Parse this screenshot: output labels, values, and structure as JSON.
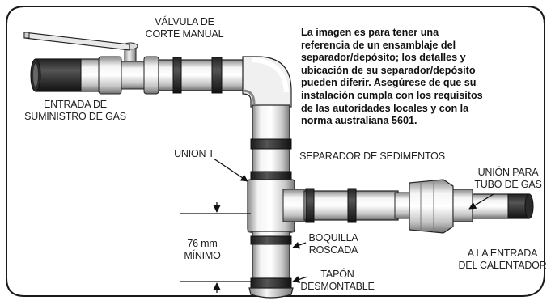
{
  "labels": {
    "valve": [
      "VÁLVULA DE",
      "CORTE MANUAL"
    ],
    "gas_inlet": [
      "ENTRADA DE",
      "SUMINISTRO DE GAS"
    ],
    "tee": "UNION T",
    "sediment_trap": "SEPARADOR DE SEDIMENTOS",
    "union": [
      "UNIÓN PARA",
      "TUBO DE GAS"
    ],
    "heater_inlet": [
      "A LA ENTRADA",
      "DEL CALENTADOR"
    ],
    "nipple": [
      "BOQUILLA",
      "ROSCADA"
    ],
    "cap": [
      "TAPÓN",
      "DESMONTABLE"
    ],
    "dimension": [
      "76 mm",
      "MÍNIMO"
    ]
  },
  "note_lines": [
    "La imagen es para tener una",
    "referencia de un ensamblaje del",
    "separador/depósito; los detalles y",
    "ubicación de su separador/depósito",
    "pueden diferir. Asegúrese de que su",
    "instalación cumpla con los requisitos",
    "de las autoridades locales y con la",
    "norma australiana 5601."
  ]
}
